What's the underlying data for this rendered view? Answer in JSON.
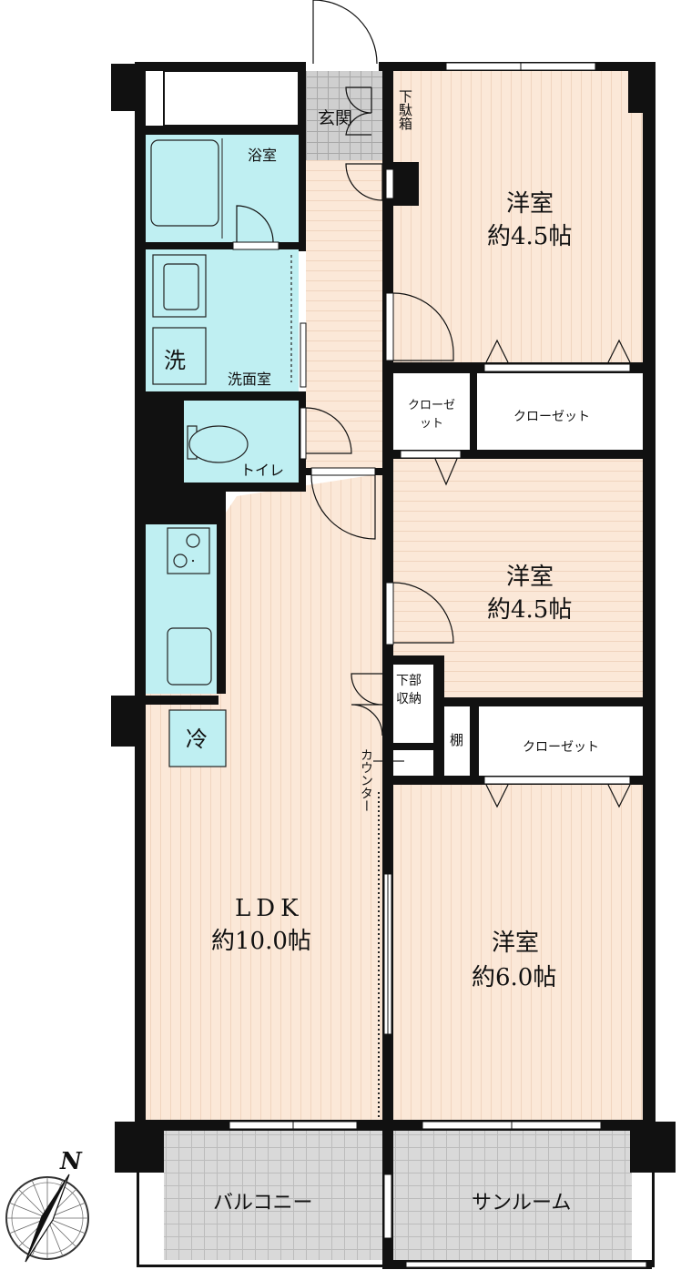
{
  "rooms": {
    "entrance": "玄関",
    "shoe_box": "下駄箱",
    "bath": "浴室",
    "washroom": "洗面室",
    "washer": "洗",
    "toilet": "トイレ",
    "western1": {
      "name": "洋室",
      "size": "約4.5帖"
    },
    "closet_small": "クローゼット",
    "closet_wide1": "クローゼット",
    "western2": {
      "name": "洋室",
      "size": "約4.5帖"
    },
    "lower_storage": "下部収納",
    "shelf": "棚",
    "closet_wide2": "クローゼット",
    "counter": "カウンター",
    "fridge": "冷",
    "ldk": {
      "name": "LDK",
      "size": "約10.0帖"
    },
    "western3": {
      "name": "洋室",
      "size": "約6.0帖"
    },
    "balcony": "バルコニー",
    "sunroom": "サンルーム"
  },
  "compass": {
    "north": "N"
  },
  "colors": {
    "wall": "#111111",
    "wet_area": "#bfeff2",
    "floor": "#fbe8d8",
    "floor_stripe": "#f1d6c2",
    "tile": "#d9d9d9",
    "tile_line": "#b9b9b9"
  }
}
